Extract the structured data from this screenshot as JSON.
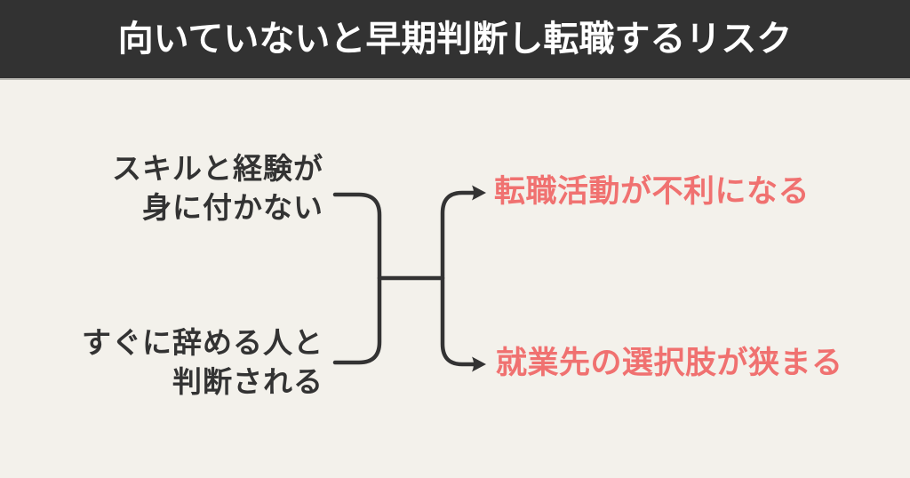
{
  "title": "向いていないと早期判断し転職するリスク",
  "diagram": {
    "causes": [
      {
        "text": "スキルと経験が\n身に付かない"
      },
      {
        "text": "すぐに辞める人と\n判断される"
      }
    ],
    "effects": [
      {
        "text": "転職活動が不利になる"
      },
      {
        "text": "就業先の選択肢が狭まる"
      }
    ]
  },
  "colors": {
    "header_background": "#323232",
    "header_text": "#FFFFFF",
    "body_background": "#F3F1EB",
    "cause_text": "#333333",
    "effect_text": "#F07170",
    "connector_line": "#333333"
  }
}
